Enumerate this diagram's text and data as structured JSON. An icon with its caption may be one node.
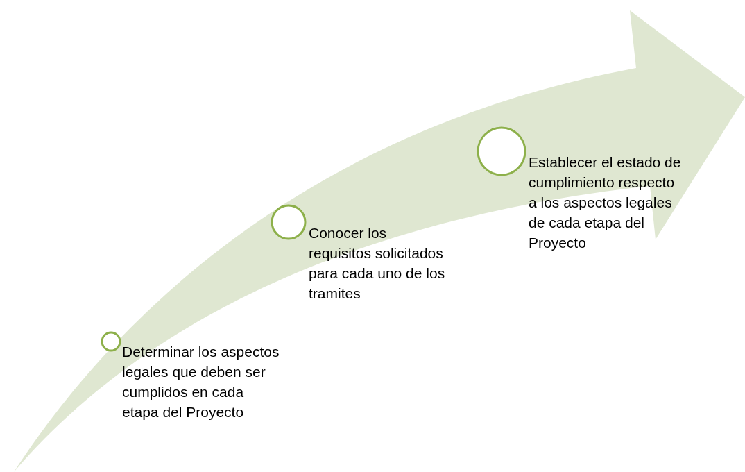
{
  "diagram": {
    "nodes": [
      {
        "text": [],
        "shape": "circle",
        "beside": [
          "Determinar los aspectos legales que deben ser cumplidos en cada etapa del Proyecto"
        ]
      },
      {
        "text": [],
        "shape": "circle",
        "beside": [
          "Conocer los requisitos solicitados para cada uno de los tramites"
        ]
      },
      {
        "text": [],
        "shape": "circle",
        "beside": [
          "Establecer el estado de cumplimiento respecto a los aspectos legales de cada etapa del Proyecto"
        ]
      }
    ]
  }
}
